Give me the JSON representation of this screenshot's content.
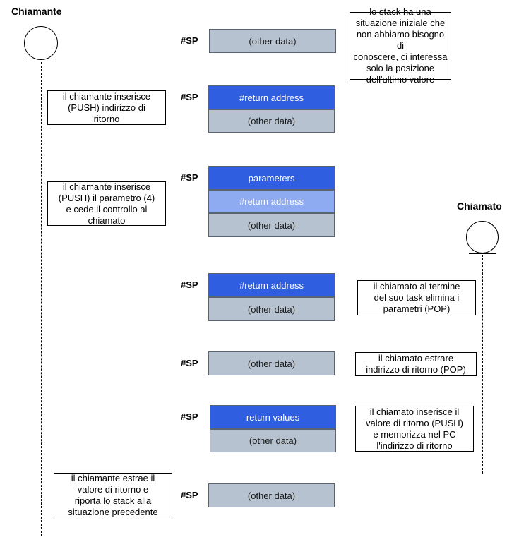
{
  "actors": {
    "caller": {
      "name": "Chiamante"
    },
    "callee": {
      "name": "Chiamato"
    }
  },
  "sp_label": "#SP",
  "stack_states": [
    {
      "cells": [
        {
          "label": "(other data)",
          "style": "other"
        }
      ]
    },
    {
      "cells": [
        {
          "label": "#return address",
          "style": "primary"
        },
        {
          "label": "(other data)",
          "style": "other"
        }
      ]
    },
    {
      "cells": [
        {
          "label": "parameters",
          "style": "primary"
        },
        {
          "label": "#return address",
          "style": "faded"
        },
        {
          "label": "(other data)",
          "style": "other"
        }
      ]
    },
    {
      "cells": [
        {
          "label": "#return address",
          "style": "primary"
        },
        {
          "label": "(other data)",
          "style": "other"
        }
      ]
    },
    {
      "cells": [
        {
          "label": "(other data)",
          "style": "other"
        }
      ]
    },
    {
      "cells": [
        {
          "label": "return values",
          "style": "primary"
        },
        {
          "label": "(other data)",
          "style": "other"
        }
      ]
    },
    {
      "cells": [
        {
          "label": "(other data)",
          "style": "other"
        }
      ]
    }
  ],
  "notes": {
    "initial": "lo stack ha una\nsituazione iniziale che\nnon abbiamo bisogno di\nconoscere, ci interessa\nsolo la posizione\ndell'ultimo valore",
    "push_return": "il chiamante inserisce\n(PUSH) indirizzo di\nritorno",
    "push_param": "il chiamante inserisce\n(PUSH)  il parametro (4)\ne cede il controllo al\nchiamato",
    "pop_params": "il chiamato al termine\ndel suo task elimina i\nparametri (POP)",
    "pop_return": "il chiamato estrare\nindirizzo di ritorno (POP)",
    "push_value": "il chiamato inserisce il\nvalore di ritorno (PUSH)\ne memorizza nel PC\nl'indirizzo di ritorno",
    "restore": "il chiamante estrae il\nvalore di ritorno e\nriporta lo stack alla\nsituazione precedente"
  },
  "colors": {
    "primary": "#2f5fe0",
    "faded": "#8eaaf0",
    "other": "#b6c2cf"
  }
}
